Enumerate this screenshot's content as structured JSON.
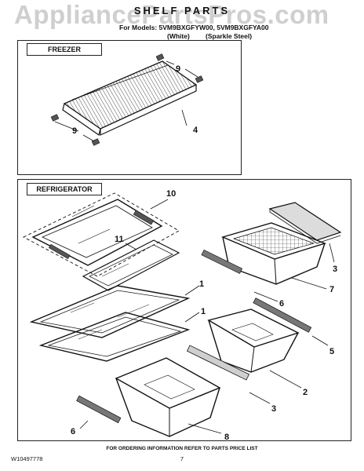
{
  "watermark": "AppliancePartsPros.com",
  "header": {
    "title": "SHELF PARTS",
    "models_line": "For Models: 5VM9BXGFYW00, 5VM9BXGFYA00",
    "variant_white": "(White)",
    "variant_steel": "(Sparkle Steel)"
  },
  "sections": {
    "freezer": "FREEZER",
    "refrigerator": "REFRIGERATOR"
  },
  "callouts": {
    "freezer": [
      {
        "label": "9"
      },
      {
        "label": "9"
      },
      {
        "label": "4"
      }
    ],
    "refrigerator": [
      {
        "label": "10"
      },
      {
        "label": "11"
      },
      {
        "label": "1"
      },
      {
        "label": "1"
      },
      {
        "label": "3"
      },
      {
        "label": "7"
      },
      {
        "label": "6"
      },
      {
        "label": "5"
      },
      {
        "label": "2"
      },
      {
        "label": "3"
      },
      {
        "label": "6"
      },
      {
        "label": "8"
      }
    ]
  },
  "footer": {
    "reference": "FOR ORDERING INFORMATION REFER TO PARTS PRICE LIST",
    "doc_number": "W10497778",
    "page_number": "7"
  }
}
